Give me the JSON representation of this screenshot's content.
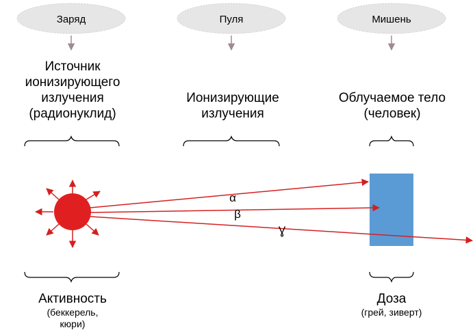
{
  "ovals": {
    "charge": {
      "label": "Заряд",
      "color": "#c0392b"
    },
    "bullet": {
      "label": "Пуля",
      "color": "#c0392b"
    },
    "target": {
      "label": "Мишень",
      "color": "#2e75b6"
    }
  },
  "titles": {
    "source": [
      "Источник",
      "ионизирующего",
      "излучения",
      "(радионуклид)"
    ],
    "radiation": [
      "Ионизирующие",
      "излучения"
    ],
    "body": [
      "Облучаемое тело",
      "(человек)"
    ]
  },
  "rays": {
    "alpha": "α",
    "beta": "β",
    "gamma": "Ɣ"
  },
  "bottom": {
    "activity_title": "Активность",
    "activity_units": [
      "(беккерель,",
      "кюри)"
    ],
    "dose_title": "Доза",
    "dose_units": "(грей, зиверт)"
  },
  "colors": {
    "oval_fill": "#e6e6e6",
    "source_red": "#e02020",
    "target_blue": "#5b9bd5",
    "connector_gray": "#a08a90"
  }
}
